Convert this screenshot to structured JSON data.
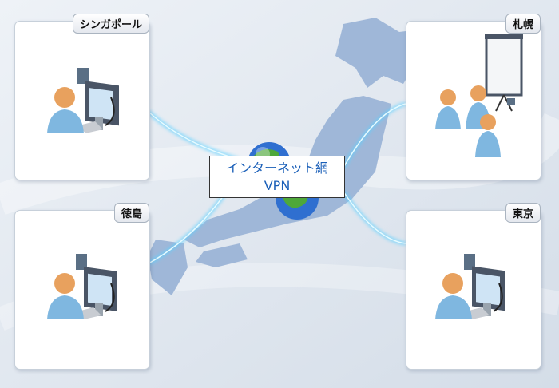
{
  "center": {
    "line1": "インターネット網",
    "line2": "VPN"
  },
  "sites": {
    "singapore": {
      "label": "シンガポール",
      "icon": "user-computer-icon"
    },
    "sapporo": {
      "label": "札幌",
      "icon": "meeting-presentation-icon"
    },
    "tokushima": {
      "label": "徳島",
      "icon": "user-computer-icon"
    },
    "tokyo": {
      "label": "東京",
      "icon": "user-computer-icon"
    }
  },
  "colors": {
    "map": "#9fb7d8",
    "link": "#5fd0ff",
    "label_text": "#1a5fb8"
  }
}
